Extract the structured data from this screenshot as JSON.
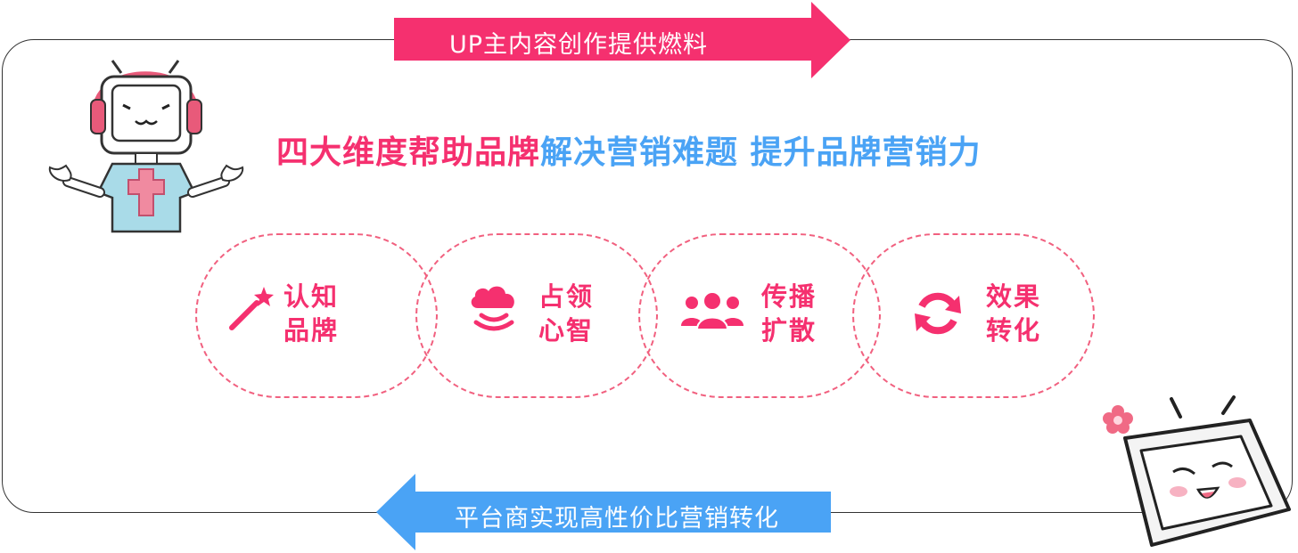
{
  "top_arrow": {
    "label": "UP主内容创作提供燃料",
    "color": "#f5306f"
  },
  "bottom_arrow": {
    "label": "平台商实现高性价比营销转化",
    "color": "#4aa3f5"
  },
  "headline": {
    "part_pink": "四大维度帮助品牌",
    "part_blue": "解决营销难题 提升品牌营销力",
    "pink_color": "#f5306f",
    "blue_color": "#4aa3f5"
  },
  "dimensions": [
    {
      "line1": "认知",
      "line2": "品牌",
      "icon": "magic-wand-icon"
    },
    {
      "line1": "占领",
      "line2": "心智",
      "icon": "cloud-signal-icon"
    },
    {
      "line1": "传播",
      "line2": "扩散",
      "icon": "users-group-icon"
    },
    {
      "line1": "效果",
      "line2": "转化",
      "icon": "refresh-cycle-icon"
    }
  ],
  "accent_color": "#f5306f"
}
